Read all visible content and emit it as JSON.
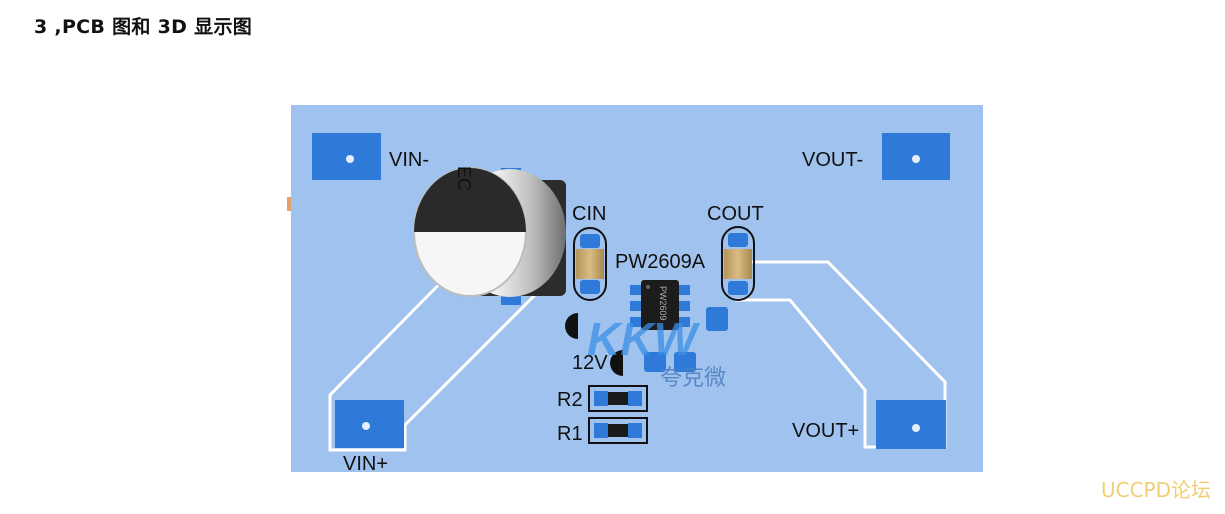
{
  "heading": "3 ,PCB 图和 3D 显示图",
  "watermark": "UCCPD论坛",
  "board": {
    "pad_labels": {
      "vin_minus": "VIN-",
      "vin_plus": "VIN+",
      "vout_minus": "VOUT-",
      "vout_plus": "VOUT+"
    },
    "components": {
      "electrolytic_cap": "EC",
      "input_cap": "CIN",
      "output_cap": "COUT",
      "ic": "PW2609A",
      "ic_marking": "PW2609",
      "jumper": "12V",
      "r1": "R1",
      "r2": "R2"
    },
    "logo": {
      "letters": "KKW",
      "brand": "夸克微"
    }
  },
  "colors": {
    "board": "#9fc2ee",
    "pad": "#2f7ad8",
    "trace": "#ffffff",
    "text": "#111111",
    "watermark": "#f0cf74"
  }
}
